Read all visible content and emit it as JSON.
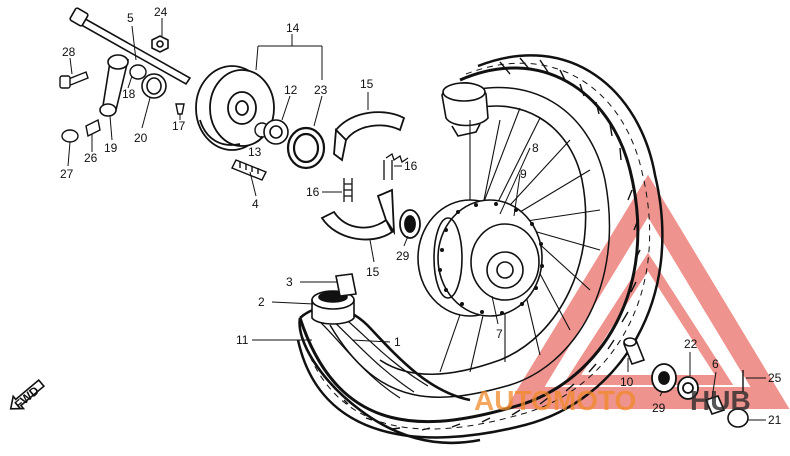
{
  "diagram": {
    "part_numbers": {
      "p1": "1",
      "p2": "2",
      "p3": "3",
      "p4": "4",
      "p5": "5",
      "p6": "6",
      "p7": "7",
      "p8": "8",
      "p9": "9",
      "p10": "10",
      "p11": "11",
      "p12": "12",
      "p13": "13",
      "p14": "14",
      "p15a": "15",
      "p15b": "15",
      "p16a": "16",
      "p16b": "16",
      "p17": "17",
      "p18": "18",
      "p19": "19",
      "p20": "20",
      "p21": "21",
      "p22": "22",
      "p23": "23",
      "p24": "24",
      "p25": "25",
      "p26": "26",
      "p27": "27",
      "p28": "28",
      "p29a": "29",
      "p29b": "29"
    },
    "direction_label": "FWD"
  },
  "watermark": {
    "text_orange": "AUTOMOTO",
    "text_dark": "HUB",
    "color_orange": "#f08a28",
    "color_dark": "#2b2b2b",
    "triangle_color": "#e23a32"
  }
}
